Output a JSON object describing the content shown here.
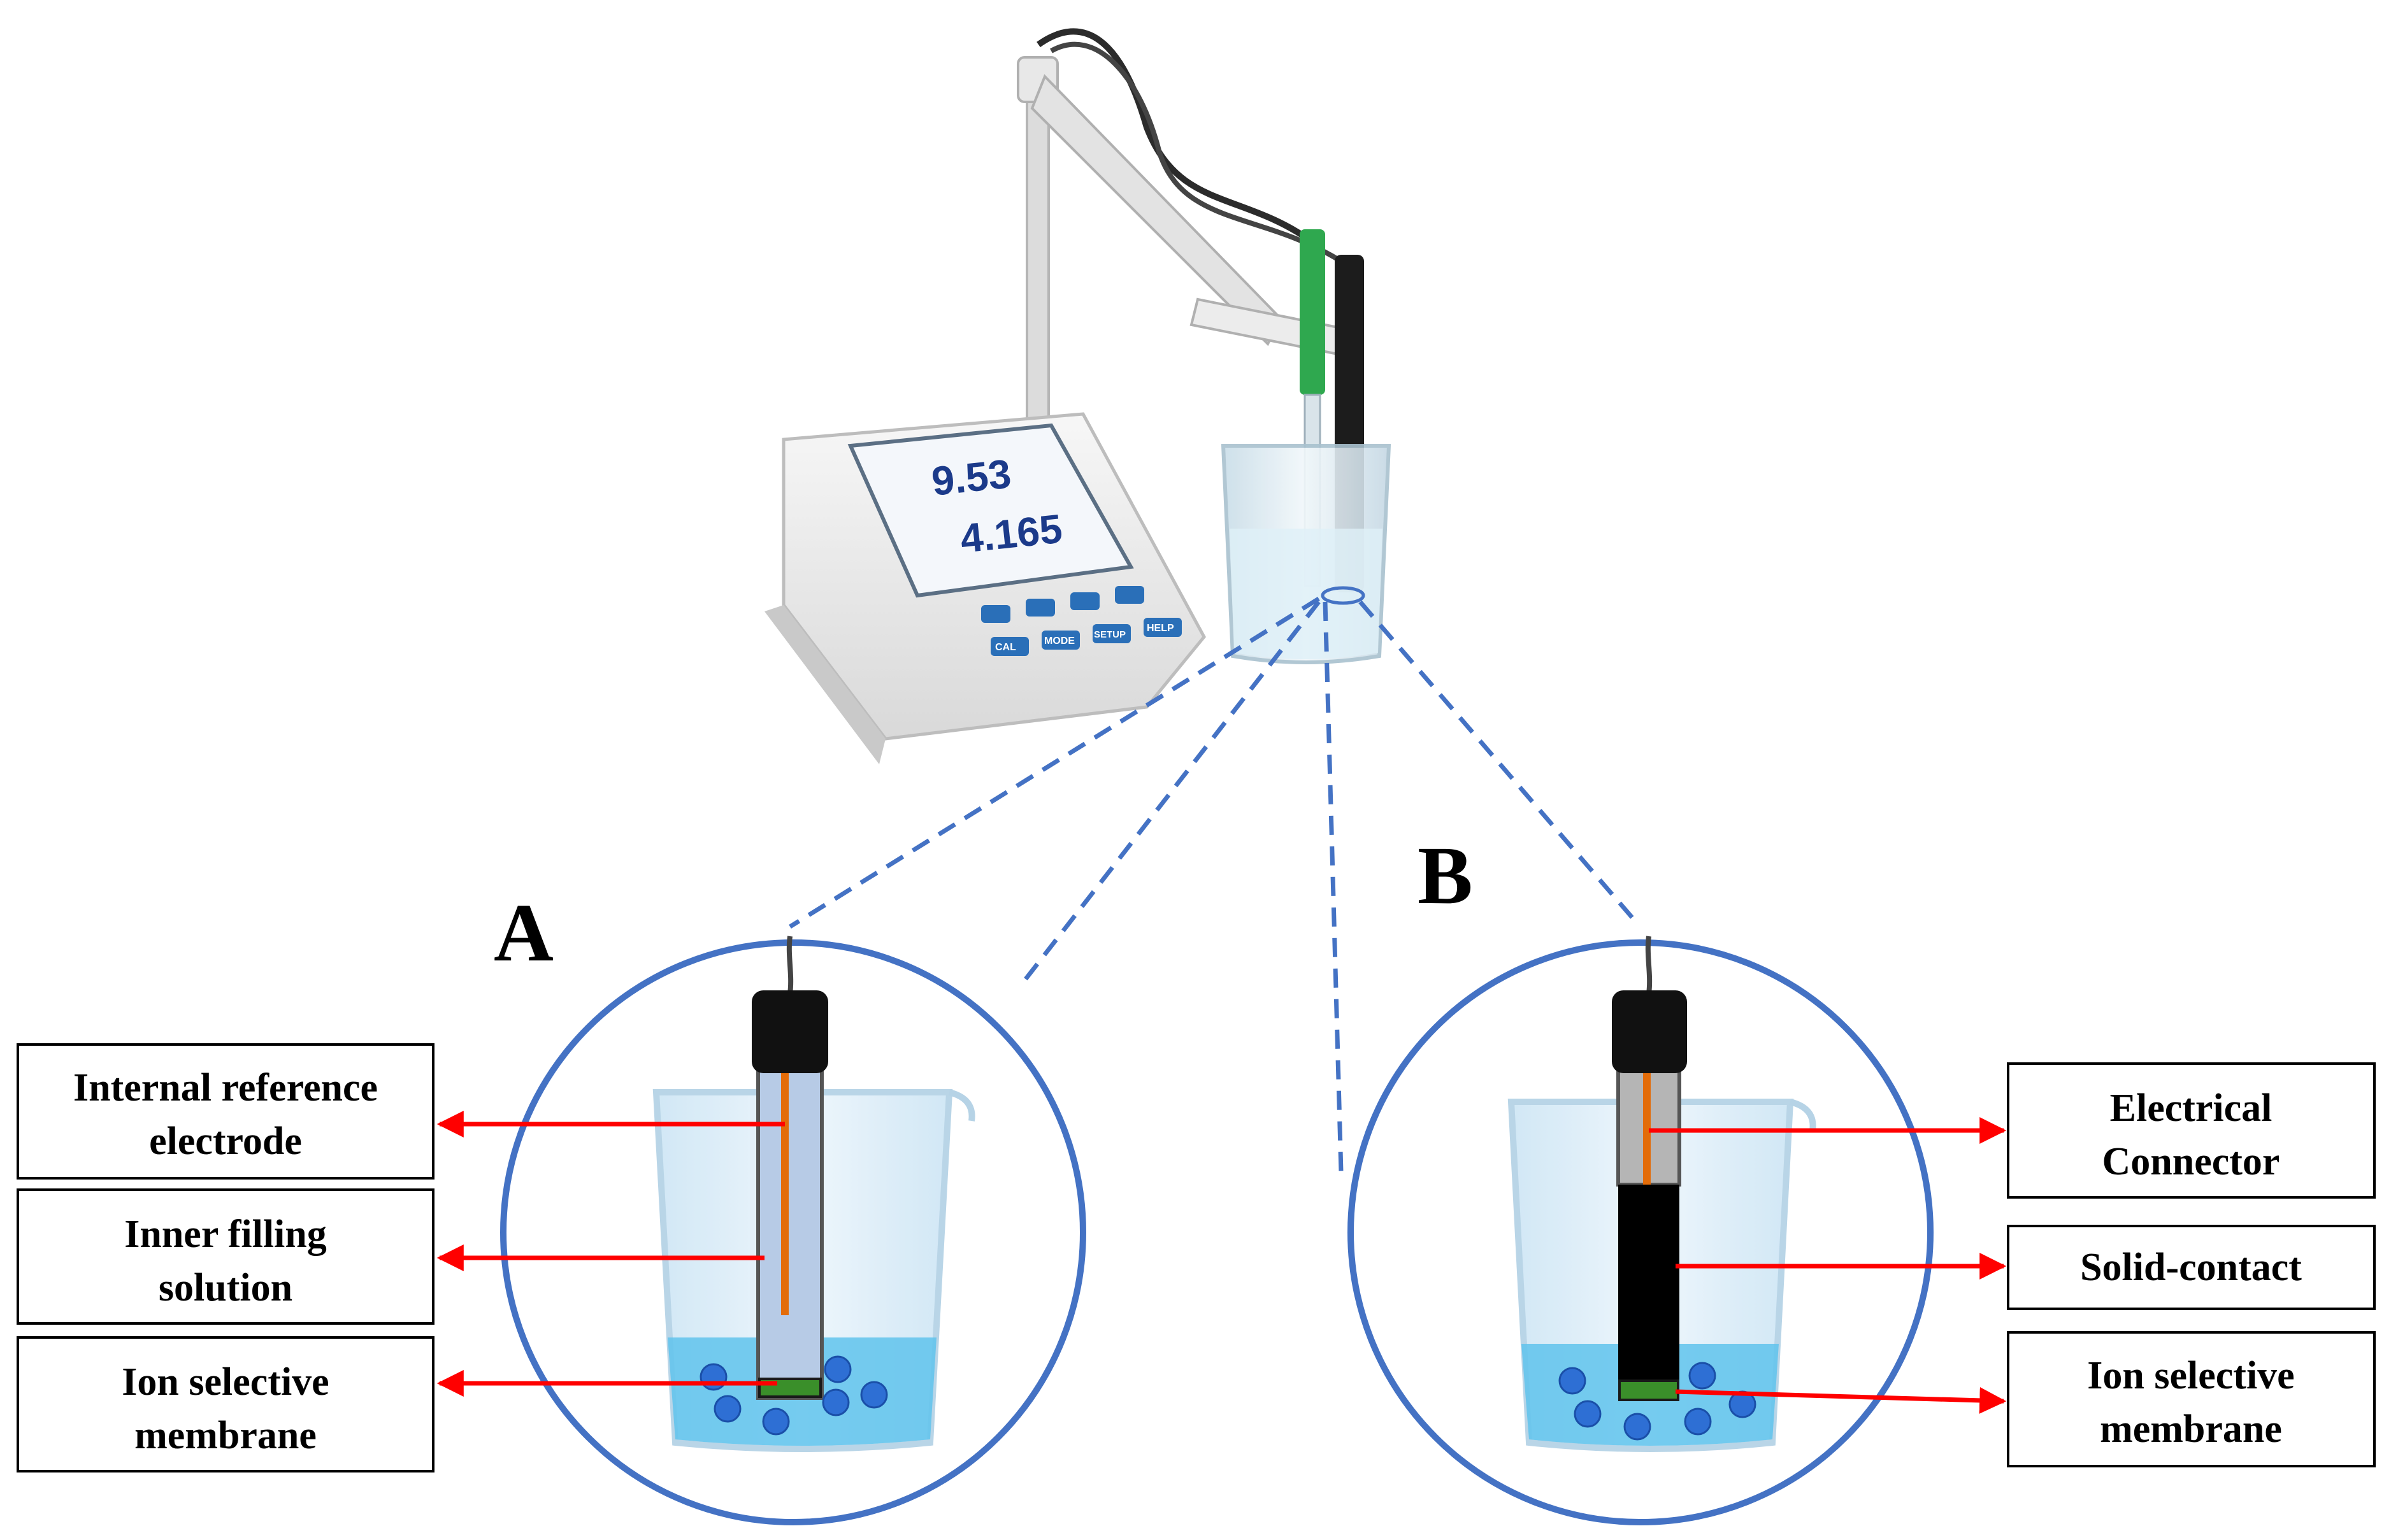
{
  "panels": {
    "a": "A",
    "b": "B"
  },
  "meter": {
    "reading_top": "9.53",
    "reading_bottom": "4.165",
    "keys": [
      "CAL",
      "MODE",
      "SETUP",
      "HELP"
    ]
  },
  "labels_a": [
    {
      "line1": "Internal reference",
      "line2": "electrode"
    },
    {
      "line1": "Inner filling",
      "line2": "solution"
    },
    {
      "line1": "Ion selective",
      "line2": "membrane"
    }
  ],
  "labels_b": [
    {
      "line1": "Electrical",
      "line2": "Connector"
    },
    {
      "line1": "Solid-contact",
      "line2": ""
    },
    {
      "line1": "Ion selective",
      "line2": "membrane"
    }
  ],
  "colors": {
    "circle": "#4472c4",
    "arrow": "#ff0000",
    "wire": "#e36c09",
    "membrane": "#3a8f2a",
    "solution": "#5fc3ec",
    "ion": "#2e6fd4",
    "meter_keys": "#2a6fb8"
  }
}
